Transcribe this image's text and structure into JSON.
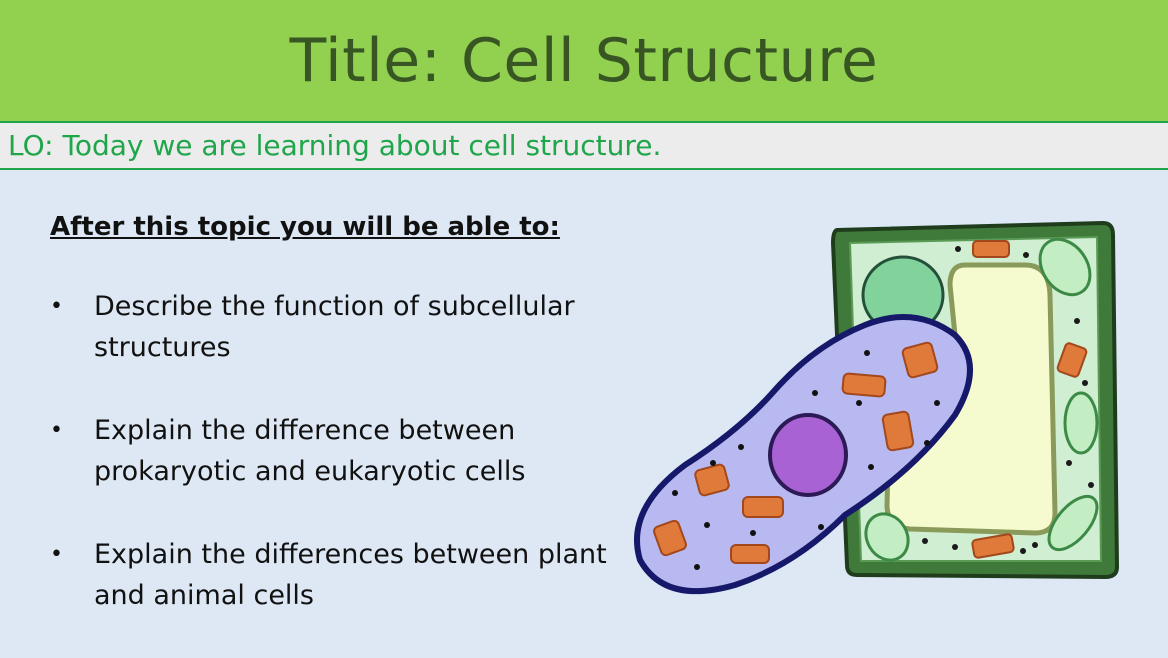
{
  "slide": {
    "title": "Title: Cell Structure",
    "learning_objective": "LO: Today we are learning about cell structure.",
    "heading": "After this topic you will be able to:",
    "bullets": [
      "Describe the function of subcellular structures",
      "Explain the difference between prokaryotic and eukaryotic cells",
      "Explain the differences between plant and animal cells"
    ],
    "bullet_glyph": "•"
  },
  "colors": {
    "title_bar": "#92d050",
    "title_text": "#375623",
    "lo_text": "#1fa64b",
    "background": "#dde8f4",
    "plant_wall": "#2e5a2b",
    "animal_membrane": "#1b1f6b",
    "mitochondria": "#e07a3a",
    "nucleus_animal": "#a862d4",
    "nucleus_plant": "#7fcf98"
  },
  "illustration": {
    "name": "plant-and-animal-cell-illustration"
  }
}
